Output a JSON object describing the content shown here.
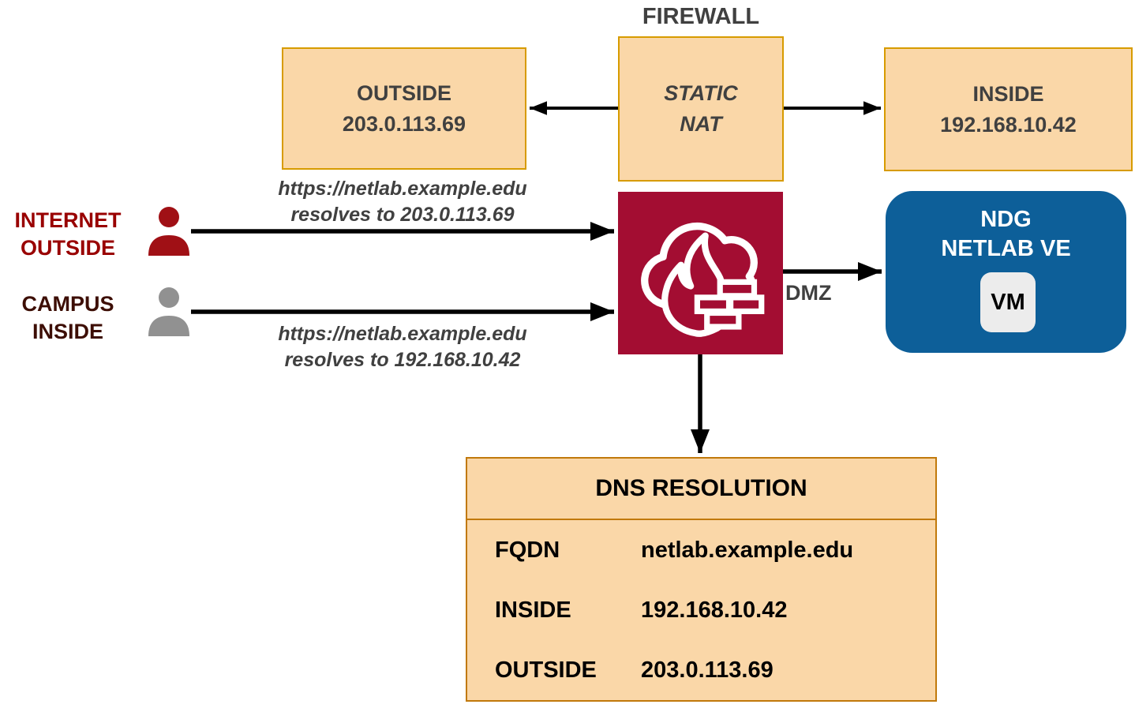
{
  "diagram": {
    "firewall_label": "FIREWALL",
    "static_nat_box": {
      "text": "STATIC\nNAT"
    },
    "outside_box": {
      "name": "OUTSIDE",
      "ip": "203.0.113.69"
    },
    "inside_box": {
      "name": "INSIDE",
      "ip": "192.168.10.42"
    },
    "actors": [
      {
        "label": "INTERNET\nOUTSIDE",
        "icon": "person-icon",
        "url_note": "https://netlab.example.edu\nresolves to 203.0.113.69"
      },
      {
        "label": "CAMPUS\nINSIDE",
        "icon": "person-icon",
        "url_note": "https://netlab.example.edu\nresolves to 192.168.10.42"
      }
    ],
    "firewall_icon": "firewall-cloud-flame-bricks-icon",
    "dmz_label": "DMZ",
    "ndg_box": {
      "title": "NDG\nNETLAB VE",
      "vm_label": "VM"
    },
    "dns_table": {
      "title": "DNS RESOLUTION",
      "rows": [
        {
          "key": "FQDN",
          "value": "netlab.example.edu"
        },
        {
          "key": "INSIDE",
          "value": "192.168.10.42"
        },
        {
          "key": "OUTSIDE",
          "value": "203.0.113.69"
        }
      ]
    },
    "colors": {
      "box_fill": "#FAD7A8",
      "box_border": "#D79B00",
      "table_border": "#C1790B",
      "firewall_red": "#A30D32",
      "ndg_blue": "#0D5F99",
      "internet_text_red": "#990000",
      "campus_text_maroon": "#3D0E05",
      "person_red": "#A01015",
      "person_gray": "#919191",
      "text_gray": "#404040",
      "arrow_black": "#000000"
    }
  }
}
